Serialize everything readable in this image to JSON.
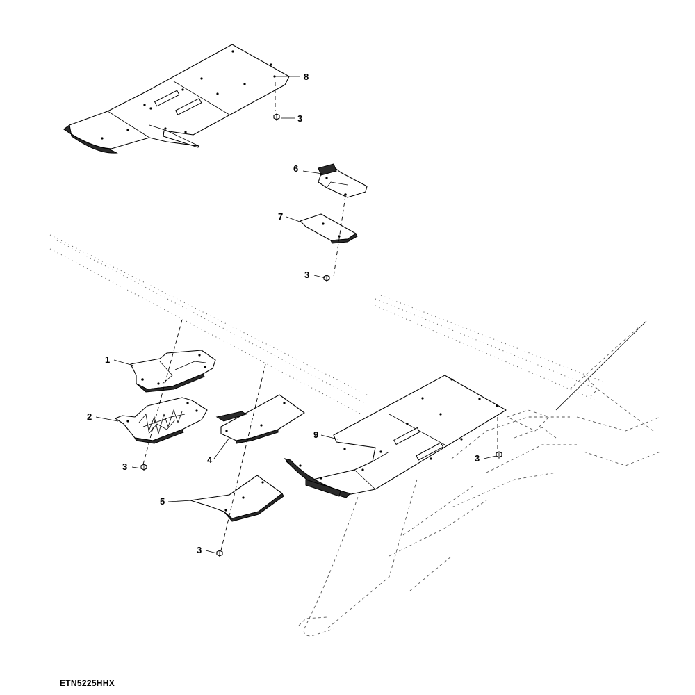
{
  "figure_code": "ETN5225HHX",
  "callouts": {
    "c1": "1",
    "c2": "2",
    "c3a": "3",
    "c3b": "3",
    "c3c": "3",
    "c3d": "3",
    "c3e": "3",
    "c4": "4",
    "c5": "5",
    "c6": "6",
    "c7": "7",
    "c8": "8",
    "c9": "9"
  }
}
